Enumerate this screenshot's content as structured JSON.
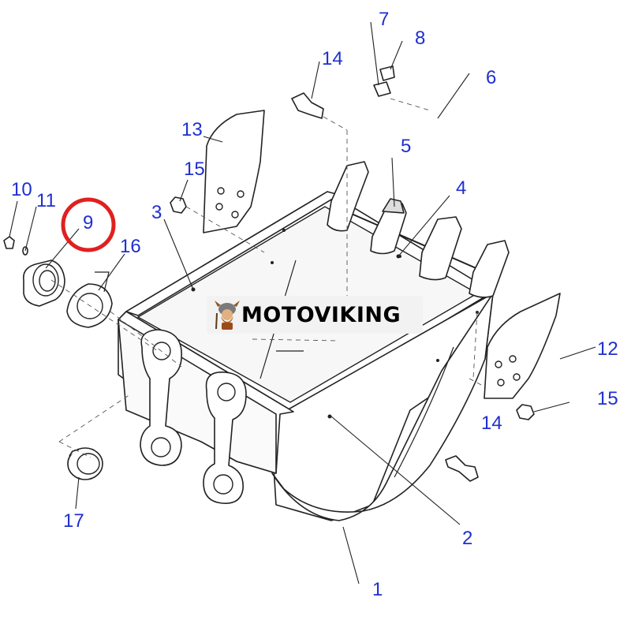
{
  "brand": {
    "name": "MOTOVIKING"
  },
  "highlight": {
    "part": "9",
    "color": "#e02020"
  },
  "callout_color": "#1f2fd0",
  "callouts": {
    "c1": "1",
    "c2": "2",
    "c3": "3",
    "c4": "4",
    "c5": "5",
    "c6": "6",
    "c7": "7",
    "c8": "8",
    "c9": "9",
    "c10": "10",
    "c11": "11",
    "c12": "12",
    "c13": "13",
    "c14a": "14",
    "c14b": "14",
    "c15a": "15",
    "c15b": "15",
    "c16": "16",
    "c17": "17"
  }
}
